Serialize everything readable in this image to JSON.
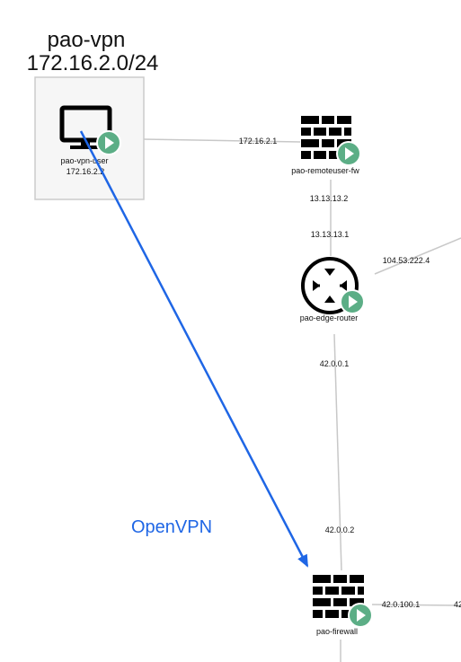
{
  "colors": {
    "link": "#c8c8c8",
    "flow": "#1f66e5",
    "play_badge": "#5cae86",
    "subnet_fill": "#f6f6f6",
    "subnet_border": "#cccccc",
    "icon": "#000000"
  },
  "subnet": {
    "name": "pao-vpn",
    "cidr": "172.16.2.0/24"
  },
  "nodes": {
    "vpn_user": {
      "name": "pao-vpn-user",
      "ip": "172.16.2.2",
      "icon": "monitor-icon"
    },
    "remoteuser_fw": {
      "name": "pao-remoteuser-fw",
      "icon": "firewall-icon"
    },
    "edge_router": {
      "name": "pao-edge-router",
      "icon": "router-icon"
    },
    "firewall": {
      "name": "pao-firewall",
      "icon": "firewall-icon"
    }
  },
  "links": {
    "user_fw_ip": "172.16.2.1",
    "fw_router_a": "13.13.13.2",
    "fw_router_b": "13.13.13.1",
    "router_out": "104.53.222.4",
    "router_fw_a": "42.0.0.1",
    "router_fw_b": "42.0.0.2",
    "fw_out": "42.0.100.1",
    "fw_out_cut": "42"
  },
  "flow": {
    "label": "OpenVPN"
  }
}
